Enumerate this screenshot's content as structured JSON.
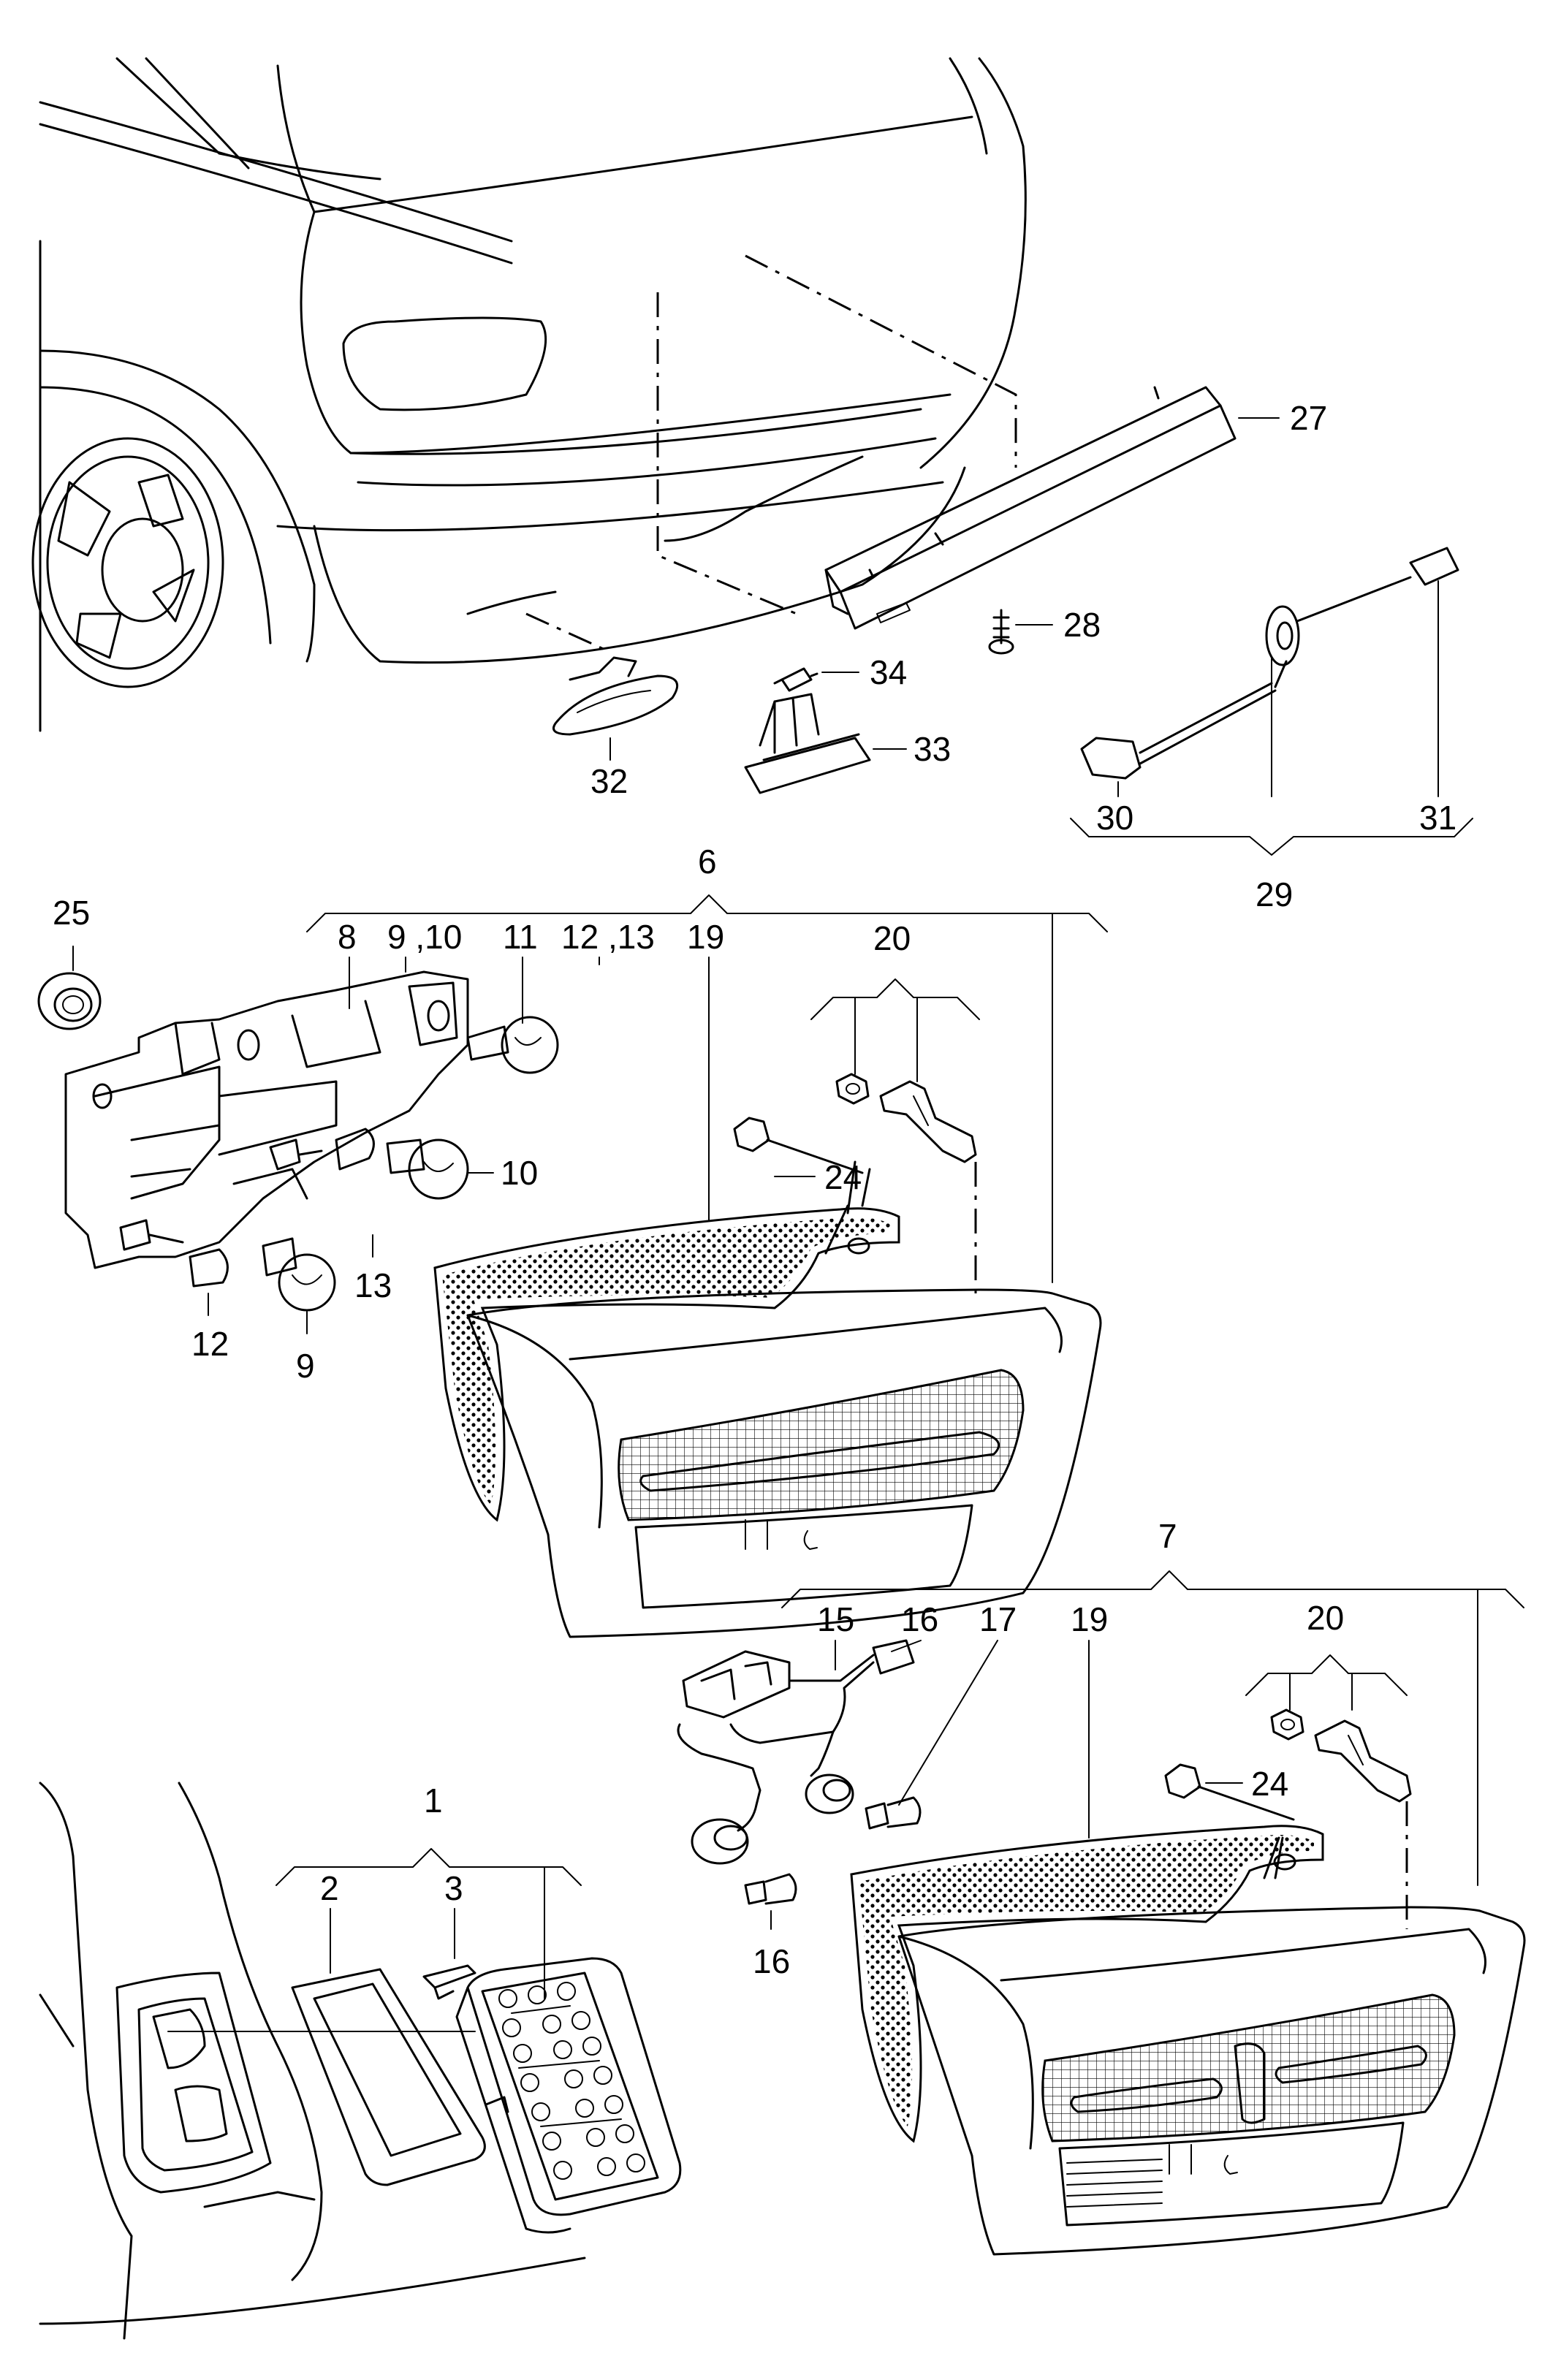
{
  "labels": {
    "l1": "1",
    "l2": "2",
    "l3": "3",
    "l6": "6",
    "l7": "7",
    "l8": "8",
    "l9_10": "9 ,10",
    "l9": "9",
    "l10": "10",
    "l11": "11",
    "l12_13": "12 ,13",
    "l12": "12",
    "l13": "13",
    "l15": "15",
    "l16a": "16",
    "l16b": "16",
    "l17": "17",
    "l19a": "19",
    "l19b": "19",
    "l20a": "20",
    "l20b": "20",
    "l24a": "24",
    "l24b": "24",
    "l25": "25",
    "l27": "27",
    "l28": "28",
    "l29": "29",
    "l30": "30",
    "l31": "31",
    "l32": "32",
    "l33": "33",
    "l34": "34"
  }
}
